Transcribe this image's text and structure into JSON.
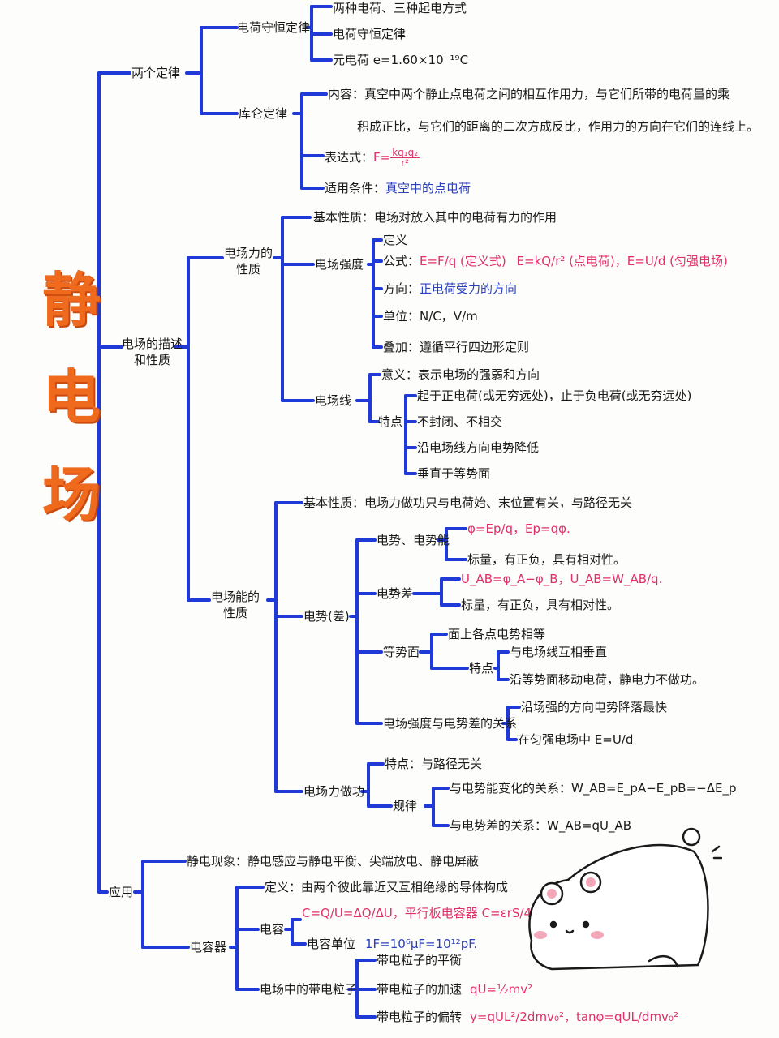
{
  "root": {
    "chars": [
      "静",
      "电",
      "场"
    ]
  },
  "b1": {
    "label": "两个定律",
    "conservation": {
      "label": "电荷守恒定律",
      "items": [
        "两种电荷、三种起电方式",
        "电荷守恒定律",
        "元电荷 e=1.60×10⁻¹⁹C"
      ]
    },
    "coulomb": {
      "label": "库仑定律",
      "content_line1": "内容：真空中两个静止点电荷之间的相互作用力，与它们所带的电荷量的乘",
      "content_line2": "积成正比，与它们的距离的二次方成反比，作用力的方向在它们的连线上。",
      "expr_label": "表达式：",
      "expr_lhs": "F=",
      "expr_num": "kq₁q₂",
      "expr_den": "r²",
      "cond_label": "适用条件：",
      "cond_value": "真空中的点电荷"
    }
  },
  "b2": {
    "label_line1": "电场的描述",
    "label_line2": "和性质",
    "force": {
      "label_line1": "电场力的",
      "label_line2": "性质",
      "basic": "基本性质：电场对放入其中的电荷有力的作用",
      "intensity": {
        "label": "电场强度",
        "def": "定义",
        "formula_label": "公式：",
        "f1": "E=F/q (定义式)",
        "f2": "E=kQ/r² (点电荷)，",
        "f3": "E=U/d (匀强电场)",
        "dir_label": "方向：",
        "dir_value": "正电荷受力的方向",
        "unit": "单位：N/C，V/m",
        "sup": "叠加：遵循平行四边形定则"
      },
      "lines": {
        "label": "电场线",
        "meaning": "意义：表示电场的强弱和方向",
        "feat_label": "特点",
        "feats": [
          "起于正电荷(或无穷远处)，止于负电荷(或无穷远处)",
          "不封闭、不相交",
          "沿电场线方向电势降低",
          "垂直于等势面"
        ]
      }
    },
    "energy": {
      "label_line1": "电场能的",
      "label_line2": "性质",
      "basic": "基本性质：电场力做功只与电荷始、末位置有关，与路径无关",
      "potential": {
        "label": "电势(差)",
        "pe": {
          "label": "电势、电势能",
          "f": "φ=Ep/q，Ep=qφ.",
          "note": "标量，有正负，具有相对性。"
        },
        "pd": {
          "label": "电势差",
          "f": "U_AB=φ_A−φ_B，U_AB=W_AB/q.",
          "note": "标量，有正负，具有相对性。"
        },
        "eq": {
          "label": "等势面",
          "def": "面上各点电势相等",
          "feat_label": "特点",
          "feats": [
            "与电场线互相垂直",
            "沿等势面移动电荷，静电力不做功。"
          ]
        },
        "rel": {
          "label": "电场强度与电势差的关系",
          "items": [
            "沿场强的方向电势降落最快",
            "在匀强电场中 E=U/d"
          ]
        }
      },
      "work": {
        "label": "电场力做功",
        "feat": "特点：与路径无关",
        "law_label": "规律",
        "laws": [
          "与电势能变化的关系：W_AB=E_pA−E_pB=−ΔE_p",
          "与电势差的关系：W_AB=qU_AB"
        ]
      }
    }
  },
  "b3": {
    "label": "应用",
    "phen": "静电现象：静电感应与静电平衡、尖端放电、静电屏蔽",
    "cap": {
      "label": "电容器",
      "def": "定义：由两个彼此靠近又互相绝缘的导体构成",
      "c_label": "电容",
      "c_formula": "C=Q/U=ΔQ/ΔU，平行板电容器 C=εrS/4πkd",
      "unit_label": "电容单位",
      "unit_value": "1F=10⁶μF=10¹²pF."
    },
    "particle": {
      "label": "电场中的带电粒子",
      "items": [
        "带电粒子的平衡",
        "带电粒子的加速",
        "带电粒子的偏转"
      ],
      "acc": "qU=½mv²",
      "dev": "y=qUL²/2dmv₀²，tanφ=qUL/dmv₀²"
    }
  },
  "colors": {
    "line": "#1f3ad6",
    "formula": "#e0306a",
    "note": "#2a3fbf",
    "title": "#f06a1e"
  }
}
